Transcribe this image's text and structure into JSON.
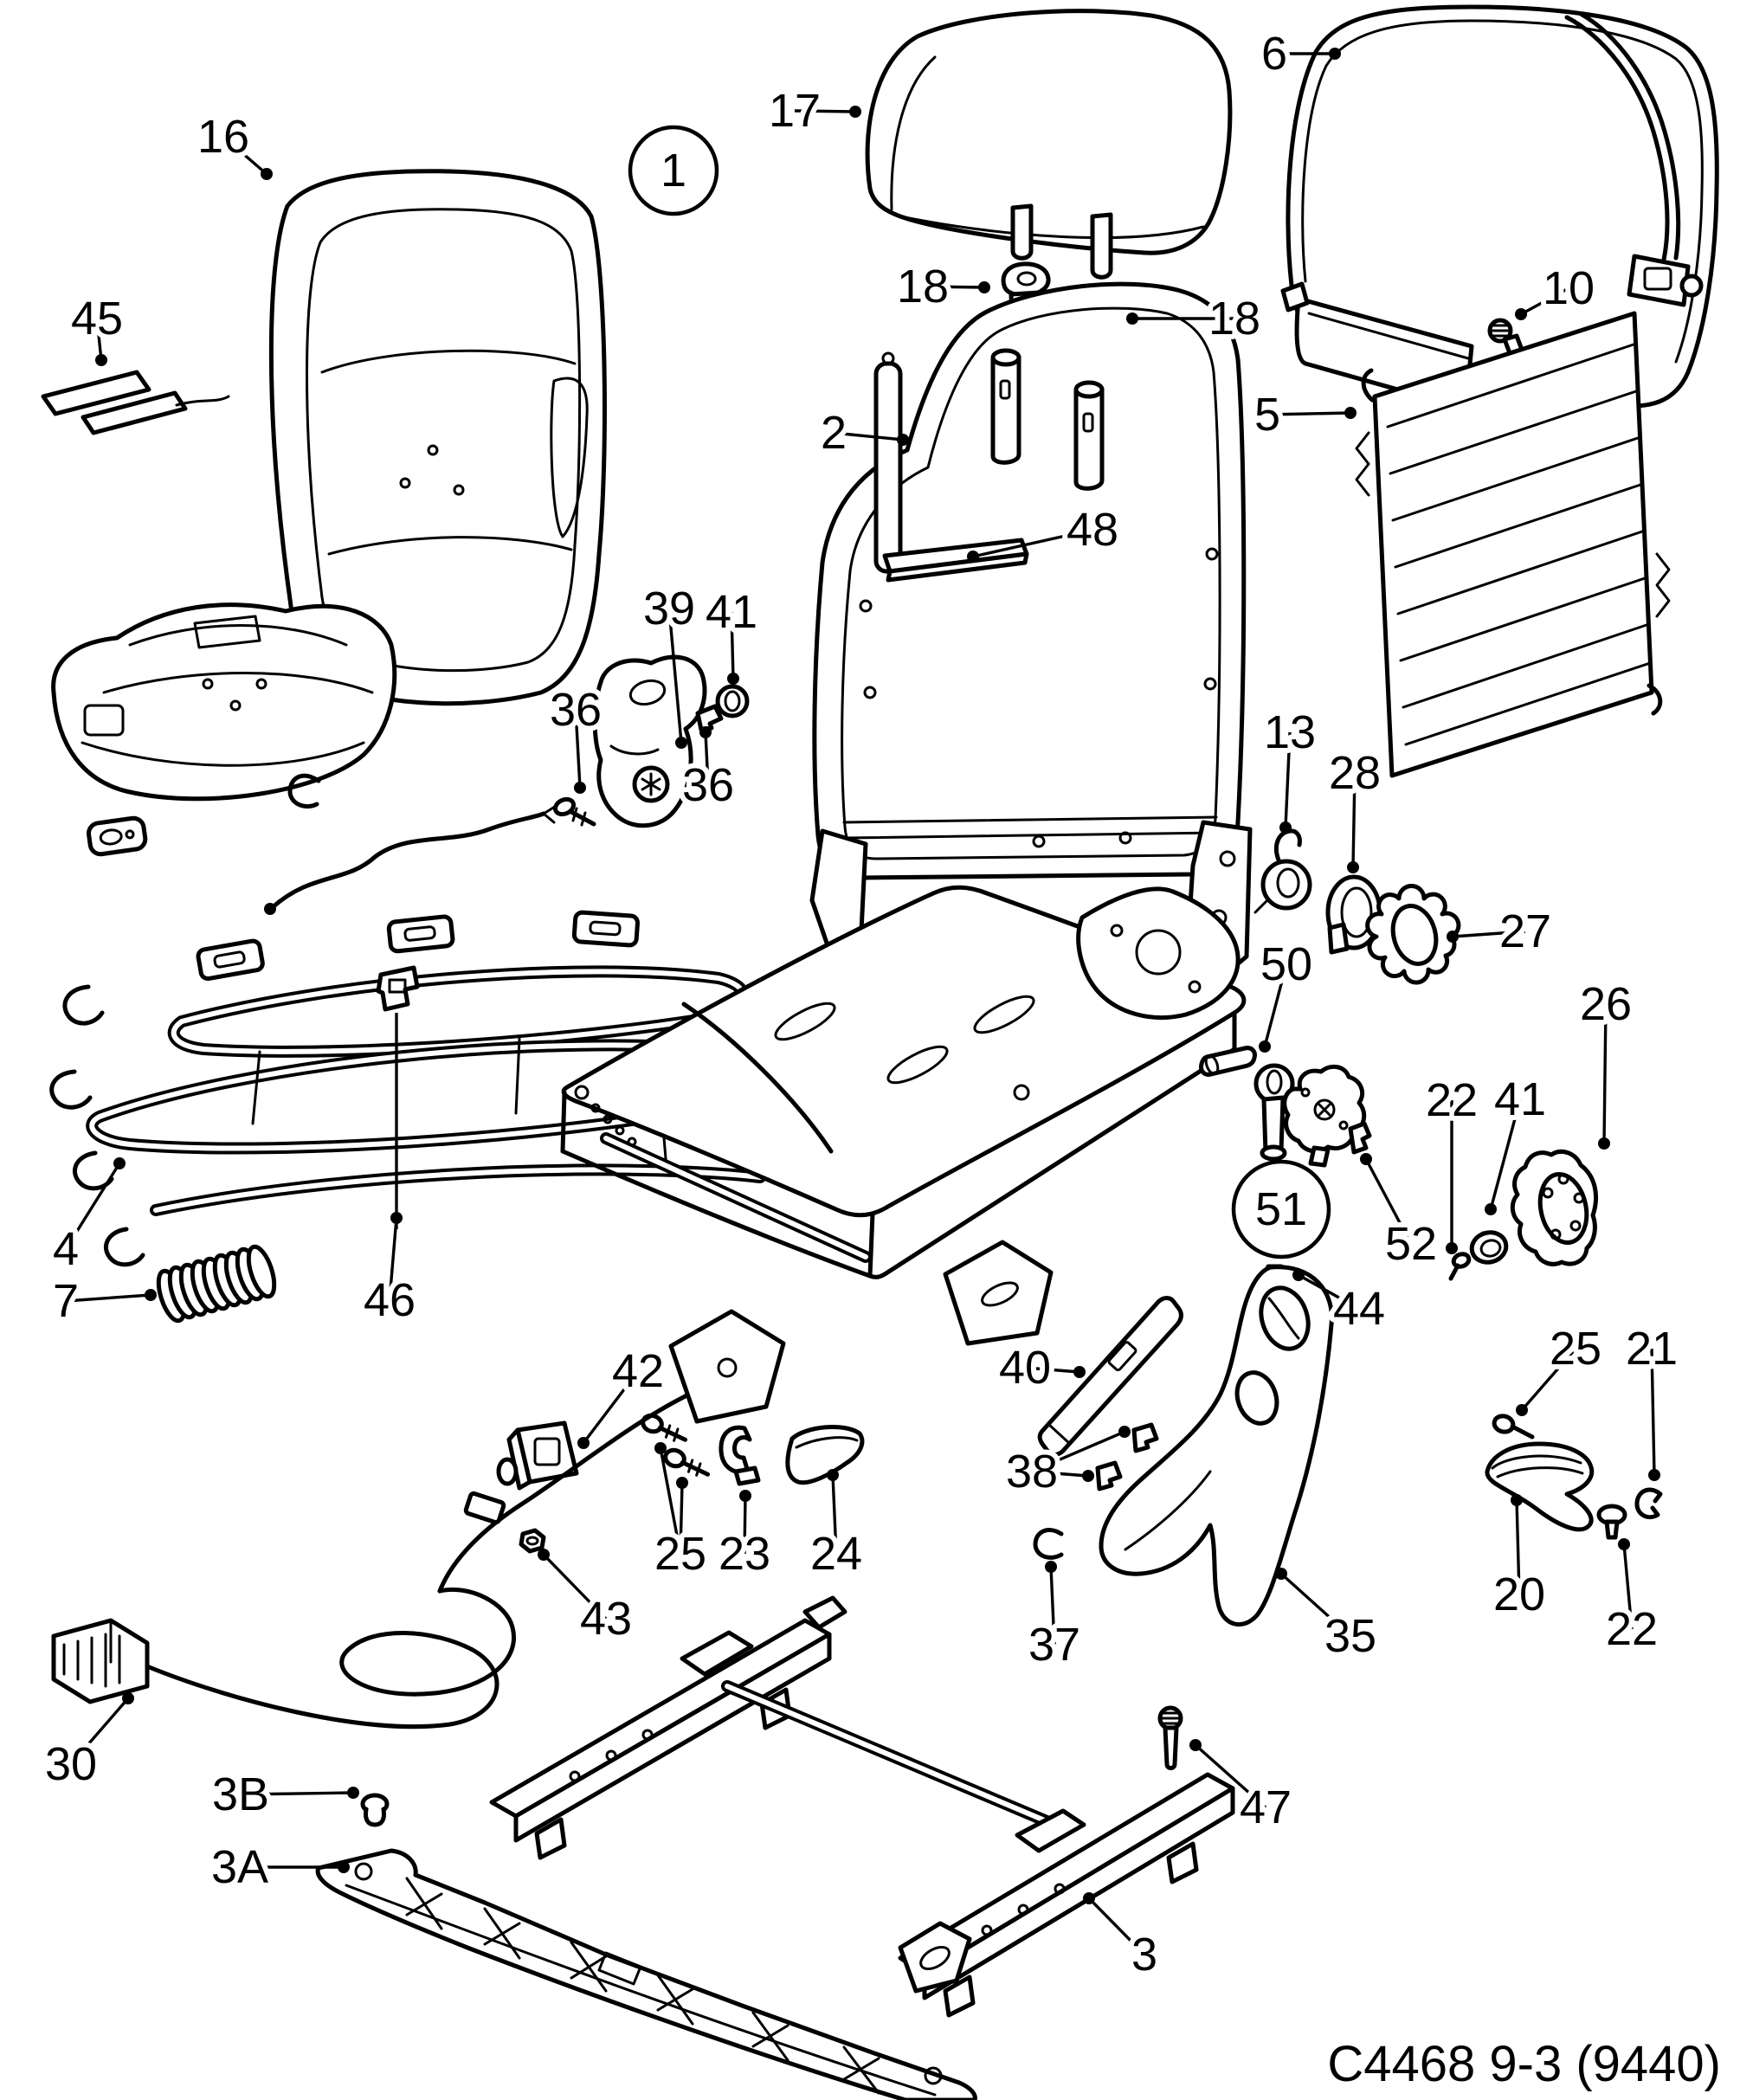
{
  "page": {
    "background": "#ffffff",
    "ink": "#000000"
  },
  "diagram": {
    "type": "exploded-parts-diagram",
    "caption": "C4468 9-3 (9440)",
    "assembly_badge": "1",
    "detail_badge": "51",
    "callouts": [
      {
        "n": "16",
        "t": [
          258,
          158
        ],
        "d": [
          [
            308,
            201
          ]
        ]
      },
      {
        "n": "45",
        "t": [
          112,
          368
        ],
        "d": [
          [
            117,
            416
          ]
        ]
      },
      {
        "n": "1",
        "t": [
          778,
          197
        ],
        "circled": true,
        "r": 50
      },
      {
        "n": "17",
        "t": [
          918,
          128
        ],
        "d": [
          [
            988,
            129
          ]
        ]
      },
      {
        "n": "18",
        "t": [
          1066,
          331
        ],
        "d": [
          [
            1137,
            332
          ]
        ]
      },
      {
        "n": "18",
        "t": [
          1426,
          368
        ],
        "d": [
          [
            1308,
            368
          ]
        ]
      },
      {
        "n": "6",
        "t": [
          1472,
          62
        ],
        "d": [
          [
            1542,
            62
          ]
        ]
      },
      {
        "n": "10",
        "t": [
          1812,
          333
        ],
        "d": [
          [
            1757,
            363
          ]
        ]
      },
      {
        "n": "5",
        "t": [
          1464,
          479
        ],
        "d": [
          [
            1560,
            477
          ]
        ]
      },
      {
        "n": "2",
        "t": [
          963,
          500
        ],
        "d": [
          [
            1043,
            508
          ]
        ]
      },
      {
        "n": "48",
        "t": [
          1262,
          612
        ],
        "d": [
          [
            1124,
            643
          ]
        ]
      },
      {
        "n": "39",
        "t": [
          773,
          703
        ],
        "d": [
          [
            787,
            858
          ]
        ]
      },
      {
        "n": "41",
        "t": [
          845,
          707
        ],
        "d": [
          [
            847,
            784
          ]
        ]
      },
      {
        "n": "36",
        "t": [
          665,
          820
        ],
        "d": [
          [
            670,
            910
          ]
        ]
      },
      {
        "n": "36",
        "t": [
          818,
          907
        ],
        "d": [
          [
            815,
            846
          ]
        ]
      },
      {
        "n": "13",
        "t": [
          1490,
          846
        ],
        "d": [
          [
            1485,
            956
          ]
        ]
      },
      {
        "n": "28",
        "t": [
          1565,
          893
        ],
        "d": [
          [
            1563,
            1002
          ]
        ]
      },
      {
        "n": "27",
        "t": [
          1762,
          1076
        ],
        "d": [
          [
            1678,
            1082
          ]
        ]
      },
      {
        "n": "50",
        "t": [
          1486,
          1114
        ],
        "d": [
          [
            1461,
            1209
          ]
        ]
      },
      {
        "n": "26",
        "t": [
          1855,
          1160
        ],
        "d": [
          [
            1853,
            1321
          ]
        ]
      },
      {
        "n": "22",
        "t": [
          1677,
          1271
        ],
        "d": [
          [
            1677,
            1442
          ]
        ]
      },
      {
        "n": "41",
        "t": [
          1756,
          1270
        ],
        "d": [
          [
            1722,
            1397
          ]
        ]
      },
      {
        "n": "51",
        "t": [
          1480,
          1397
        ],
        "circled": true,
        "r": 55
      },
      {
        "n": "52",
        "t": [
          1630,
          1437
        ],
        "d": [
          [
            1578,
            1339
          ]
        ]
      },
      {
        "n": "44",
        "t": [
          1570,
          1512
        ],
        "d": [
          [
            1500,
            1473
          ]
        ]
      },
      {
        "n": "40",
        "t": [
          1184,
          1580
        ],
        "d": [
          [
            1247,
            1585
          ]
        ]
      },
      {
        "n": "38",
        "t": [
          1192,
          1700
        ],
        "d": [
          [
            1299,
            1654
          ],
          [
            1257,
            1705
          ]
        ]
      },
      {
        "n": "37",
        "t": [
          1218,
          1900
        ],
        "d": [
          [
            1214,
            1810
          ]
        ]
      },
      {
        "n": "35",
        "t": [
          1560,
          1890
        ],
        "d": [
          [
            1480,
            1818
          ]
        ]
      },
      {
        "n": "20",
        "t": [
          1755,
          1842
        ],
        "d": [
          [
            1752,
            1733
          ]
        ]
      },
      {
        "n": "25",
        "t": [
          1820,
          1558
        ],
        "d": [
          [
            1758,
            1629
          ]
        ]
      },
      {
        "n": "21",
        "t": [
          1908,
          1558
        ],
        "d": [
          [
            1911,
            1704
          ]
        ]
      },
      {
        "n": "22",
        "t": [
          1885,
          1882
        ],
        "d": [
          [
            1876,
            1784
          ]
        ]
      },
      {
        "n": "42",
        "t": [
          737,
          1584
        ],
        "d": [
          [
            674,
            1667
          ]
        ]
      },
      {
        "n": "25",
        "t": [
          786,
          1795
        ],
        "d": [
          [
            763,
            1673
          ],
          [
            788,
            1713
          ]
        ]
      },
      {
        "n": "23",
        "t": [
          860,
          1795
        ],
        "d": [
          [
            861,
            1728
          ]
        ]
      },
      {
        "n": "24",
        "t": [
          966,
          1795
        ],
        "d": [
          [
            962,
            1704
          ]
        ]
      },
      {
        "n": "43",
        "t": [
          700,
          1870
        ],
        "d": [
          [
            628,
            1796
          ]
        ]
      },
      {
        "n": "4",
        "t": [
          76,
          1443
        ],
        "d": [
          [
            138,
            1344
          ]
        ]
      },
      {
        "n": "7",
        "t": [
          76,
          1503
        ],
        "d": [
          [
            174,
            1496
          ]
        ]
      },
      {
        "n": "46",
        "t": [
          450,
          1502
        ],
        "d": [
          [
            458,
            1407
          ]
        ]
      },
      {
        "n": "30",
        "t": [
          82,
          2038
        ],
        "d": [
          [
            148,
            1962
          ]
        ]
      },
      {
        "n": "3B",
        "t": [
          278,
          2073
        ],
        "d": [
          [
            408,
            2071
          ]
        ]
      },
      {
        "n": "3A",
        "t": [
          277,
          2157
        ],
        "d": [
          [
            397,
            2157
          ]
        ]
      },
      {
        "n": "3",
        "t": [
          1322,
          2258
        ],
        "d": [
          [
            1258,
            2193
          ]
        ]
      },
      {
        "n": "47",
        "t": [
          1462,
          2088
        ],
        "d": [
          [
            1381,
            2016
          ]
        ]
      }
    ]
  }
}
